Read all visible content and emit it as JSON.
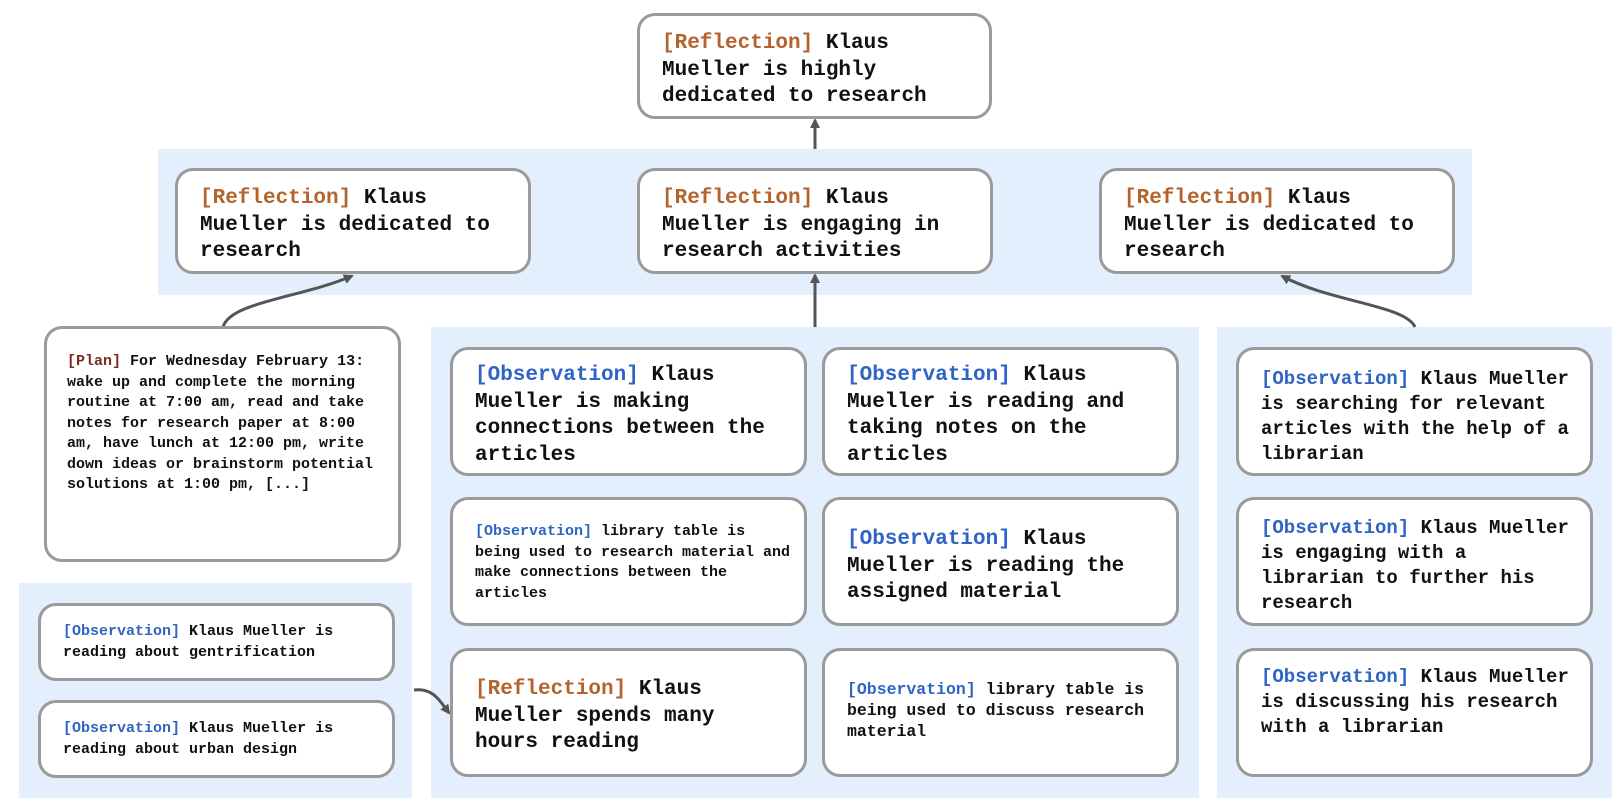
{
  "colors": {
    "reflection_tag": "#b4632c",
    "observation_tag": "#2f63c4",
    "plan_tag": "#7a2a22",
    "panel": "#e3effc",
    "border": "#9a9a9a",
    "arrow": "#555555"
  },
  "tags": {
    "reflection": "[Reflection]",
    "observation": "[Observation]",
    "plan": "[Plan]"
  },
  "nodes": {
    "top": {
      "tag": "[Reflection]",
      "text": "Klaus Mueller is highly dedicated to research"
    },
    "mid_left": {
      "tag": "[Reflection]",
      "text": "Klaus Mueller is dedicated to research"
    },
    "mid_center": {
      "tag": "[Reflection]",
      "text": "Klaus Mueller is engaging in research activities"
    },
    "mid_right": {
      "tag": "[Reflection]",
      "text": "Klaus Mueller is dedicated to research"
    },
    "plan": {
      "tag": "[Plan]",
      "text": "For Wednesday February 13: wake up and complete the morning routine at 7:00 am, read and take notes for research paper at 8:00 am, have lunch at 12:00 pm, write down ideas or brainstorm potential solutions at 1:00 pm, [...]"
    },
    "bl_1": {
      "tag": "[Observation]",
      "text": "Klaus Mueller is reading about gentrification"
    },
    "bl_2": {
      "tag": "[Observation]",
      "text": "Klaus Mueller is reading about urban design"
    },
    "c_1": {
      "tag": "[Observation]",
      "text": "Klaus Mueller is making connections between the articles"
    },
    "c_2": {
      "tag": "[Observation]",
      "text": "Klaus Mueller is reading and taking notes on the articles"
    },
    "c_3": {
      "tag": "[Observation]",
      "text": "library table is being used to research material and make connections between the articles"
    },
    "c_4": {
      "tag": "[Observation]",
      "text": "Klaus Mueller is reading the assigned material"
    },
    "c_5": {
      "tag": "[Reflection]",
      "text": "Klaus Mueller spends many hours reading"
    },
    "c_6": {
      "tag": "[Observation]",
      "text": "library table is being used to discuss research material"
    },
    "r_1": {
      "tag": "[Observation]",
      "text": "Klaus Mueller is searching for relevant articles with the help of a librarian"
    },
    "r_2": {
      "tag": "[Observation]",
      "text": "Klaus Mueller is engaging with a librarian to further his research"
    },
    "r_3": {
      "tag": "[Observation]",
      "text": "Klaus Mueller is discussing his research with a librarian"
    }
  }
}
